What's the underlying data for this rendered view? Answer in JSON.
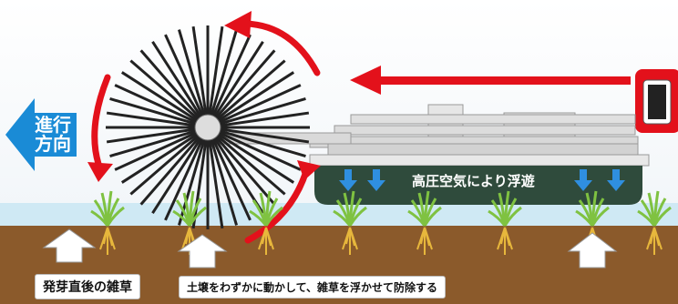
{
  "direction_label_line1": "進行",
  "direction_label_line2": "方向",
  "float_label": "高圧空気により浮遊",
  "weed_label": "発芽直後の雑草",
  "soil_label": "土壌をわずかに動かして、雑草を浮かせて防除する",
  "colors": {
    "soil": "#8b5a2b",
    "water": "#cfe9f4",
    "arrow_red": "#e3111b",
    "direction_blue": "#1a8bd6",
    "machine_gray": "#d9d9d9",
    "float_green": "#2f4b3c",
    "air_arrow_blue": "#2f8fe0",
    "weed_green": "#7fc241",
    "root_yellow": "#e7b73c"
  }
}
